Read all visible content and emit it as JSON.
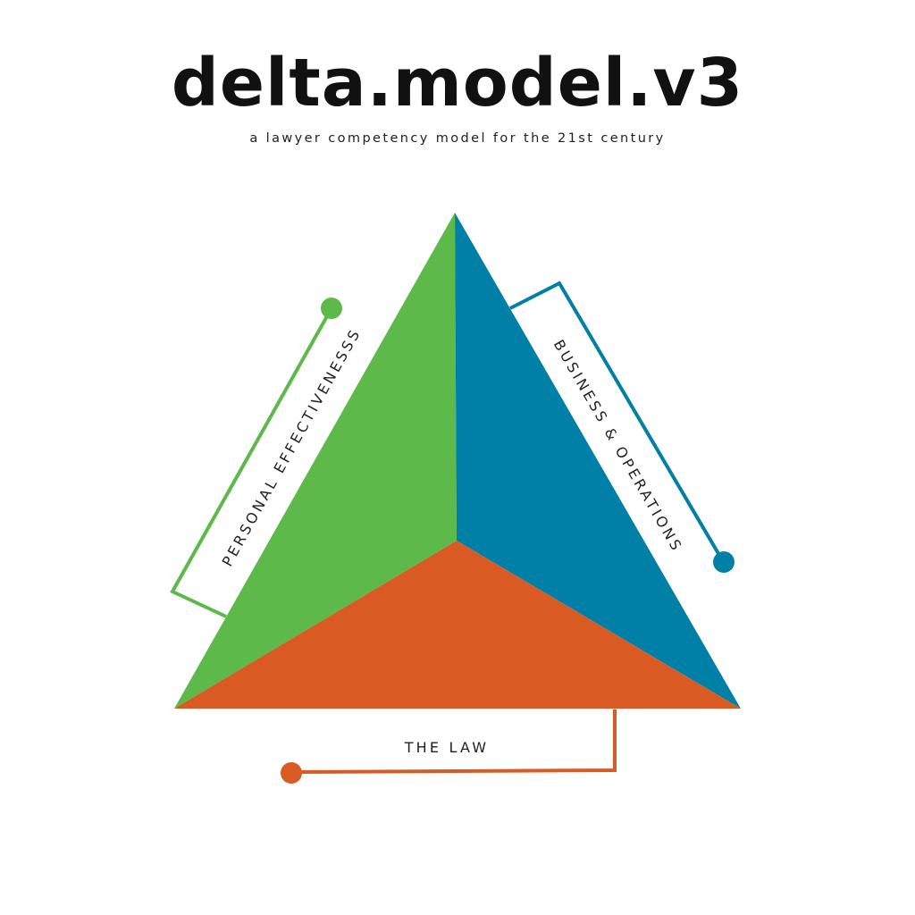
{
  "title": "delta.model.v3",
  "subtitle": "a lawyer competency model for the 21st century",
  "facets": {
    "personal": {
      "label": "PERSONAL EFFECTIVENESSS",
      "color": "#5cb94a"
    },
    "business": {
      "label": "BUSINESS & OPERATIONS",
      "color": "#0080a6"
    },
    "law": {
      "label": "THE LAW",
      "color": "#d95b23"
    }
  }
}
